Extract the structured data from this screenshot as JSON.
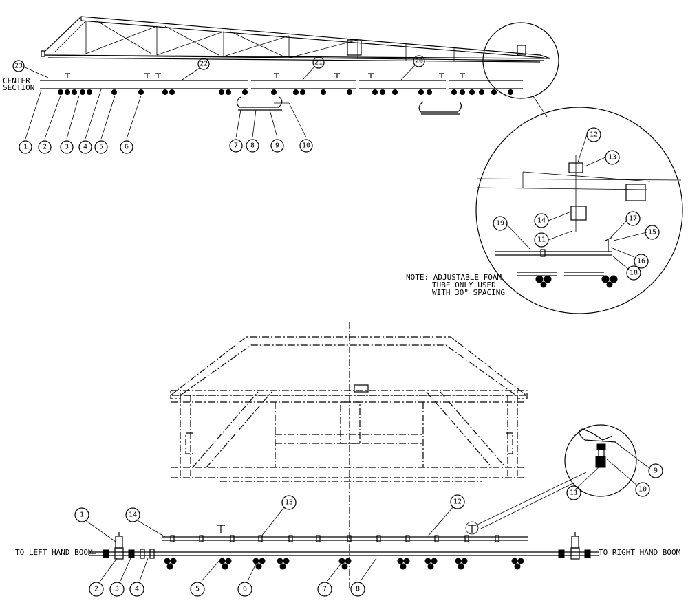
{
  "upper_view": {
    "center_section_label": [
      "CENTER",
      "SECTION"
    ],
    "boom_callouts": [
      "23",
      "22",
      "21",
      "20"
    ],
    "part_callouts": [
      "1",
      "2",
      "3",
      "4",
      "5",
      "6",
      "7",
      "8",
      "9",
      "10"
    ],
    "detail": {
      "callouts": [
        "12",
        "13",
        "14",
        "11",
        "19",
        "17",
        "15",
        "16",
        "18"
      ],
      "note": [
        "NOTE: ADJUSTABLE FOAM",
        "TUBE ONLY USED",
        "WITH 30\" SPACING"
      ]
    }
  },
  "lower_view": {
    "left_label": "TO LEFT HAND BOOM",
    "right_label": "TO RIGHT HAND BOOM",
    "callouts": [
      "1",
      "14",
      "13",
      "12",
      "2",
      "3",
      "4",
      "5",
      "6",
      "7",
      "8"
    ],
    "detail": {
      "callouts": [
        "9",
        "10",
        "11"
      ]
    }
  }
}
